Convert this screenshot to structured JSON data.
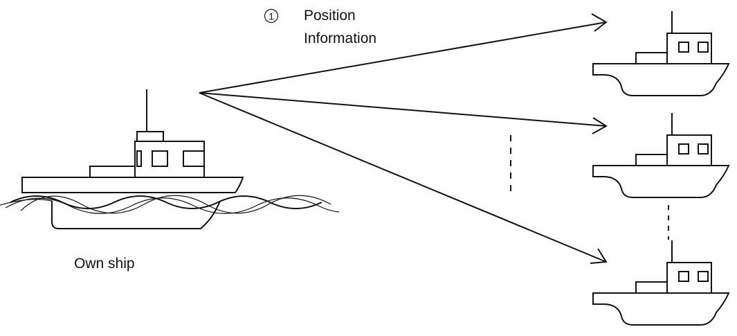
{
  "step": {
    "number": "1",
    "line1": "Position",
    "line2": "Information"
  },
  "own_ship": {
    "label": "Own ship"
  },
  "other_ships_count": 3
}
